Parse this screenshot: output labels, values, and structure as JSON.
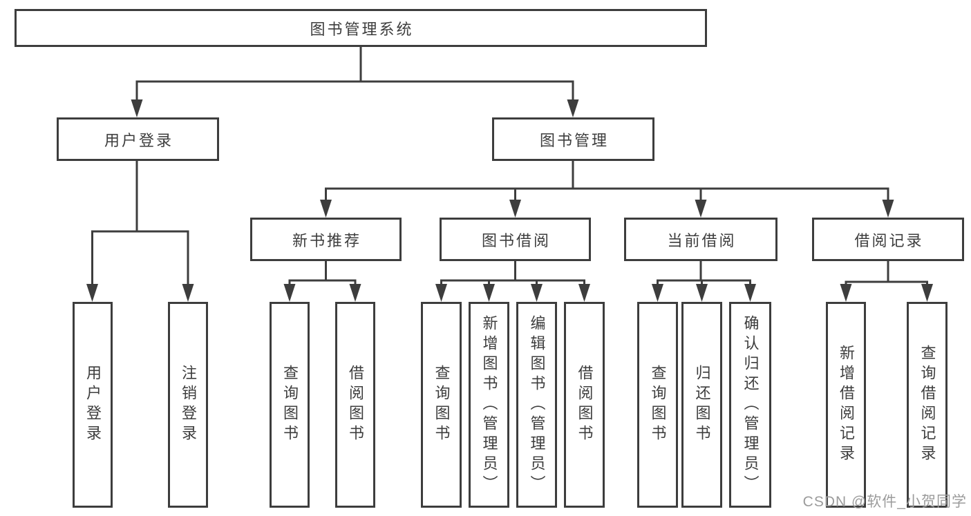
{
  "colors": {
    "line": "#3d3d3d",
    "text": "#3d3d3d",
    "box_background": "#ffffff",
    "page_background": "#ffffff",
    "watermark_text": "#9b9b9b"
  },
  "diagram": {
    "root": {
      "label": "图书管理系统"
    },
    "branches": [
      {
        "label": "用户登录",
        "children": [
          {
            "label": "用户登录"
          },
          {
            "label": "注销登录"
          }
        ]
      },
      {
        "label": "图书管理",
        "children": [
          {
            "label": "新书推荐",
            "children": [
              {
                "label": "查询图书"
              },
              {
                "label": "借阅图书"
              }
            ]
          },
          {
            "label": "图书借阅",
            "children": [
              {
                "label": "查询图书"
              },
              {
                "label": "新增图书（管理员）"
              },
              {
                "label": "编辑图书（管理员）"
              },
              {
                "label": "借阅图书"
              }
            ]
          },
          {
            "label": "当前借阅",
            "children": [
              {
                "label": "查询图书"
              },
              {
                "label": "归还图书"
              },
              {
                "label": "确认归还（管理员）"
              }
            ]
          },
          {
            "label": "借阅记录",
            "children": [
              {
                "label": "新增借阅记录"
              },
              {
                "label": "查询借阅记录"
              }
            ]
          }
        ]
      }
    ]
  },
  "watermark": {
    "text": "CSDN @软件_小贺同学"
  }
}
